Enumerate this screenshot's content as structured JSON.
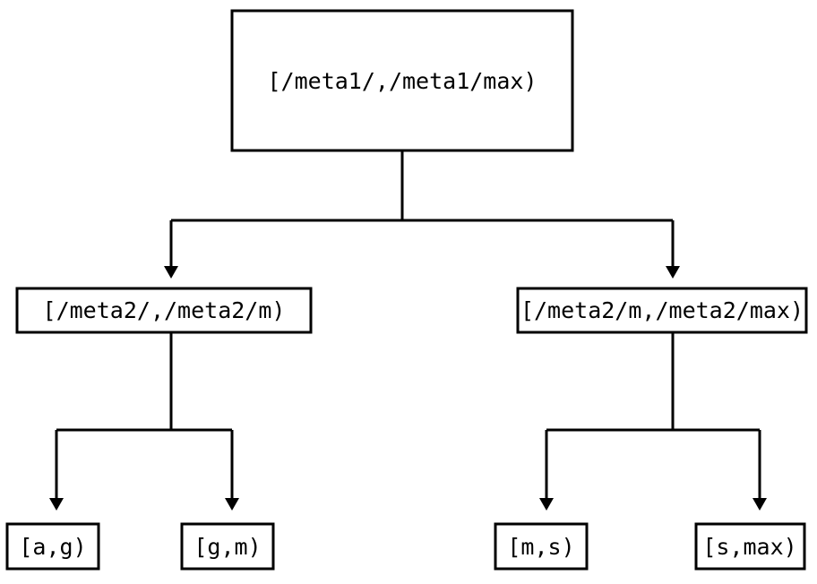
{
  "diagram": {
    "type": "tree",
    "title": "",
    "background_color": "#ffffff",
    "line_color": "#000000",
    "text_color": "#000000",
    "edge_style": "orthogonal-elbow-with-filled-arrowhead",
    "nodes": {
      "root": {
        "label": "[/meta1/,/meta1/max)",
        "level": 0
      },
      "mid_left": {
        "label": "[/meta2/,/meta2/m)",
        "level": 1
      },
      "mid_right": {
        "label": "[/meta2/m,/meta2/max)",
        "level": 1
      },
      "leaf_1": {
        "label": "[a,g)",
        "level": 2
      },
      "leaf_2": {
        "label": "[g,m)",
        "level": 2
      },
      "leaf_3": {
        "label": "[m,s)",
        "level": 2
      },
      "leaf_4": {
        "label": "[s,max)",
        "level": 2
      }
    },
    "edges": [
      {
        "from": "root",
        "to": "mid_left"
      },
      {
        "from": "root",
        "to": "mid_right"
      },
      {
        "from": "mid_left",
        "to": "leaf_1"
      },
      {
        "from": "mid_left",
        "to": "leaf_2"
      },
      {
        "from": "mid_right",
        "to": "leaf_3"
      },
      {
        "from": "mid_right",
        "to": "leaf_4"
      }
    ]
  }
}
